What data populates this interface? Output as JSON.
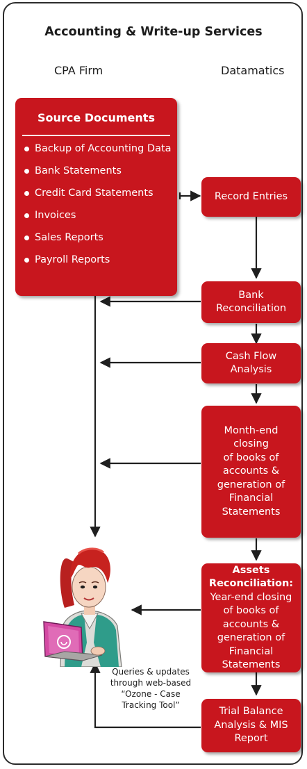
{
  "title": "Accounting & Write-up Services",
  "columns": {
    "left": "CPA Firm",
    "right": "Datamatics"
  },
  "source_documents": {
    "title": "Source Documents",
    "items": [
      "Backup of Accounting Data",
      "Bank Statements",
      "Credit Card Statements",
      "Invoices",
      "Sales Reports",
      "Payroll Reports"
    ]
  },
  "steps": {
    "record_entries": "Record Entries",
    "bank_reconciliation": [
      "Bank",
      "Reconciliation"
    ],
    "cash_flow": [
      "Cash Flow",
      "Analysis"
    ],
    "month_end": [
      "Month-end",
      "closing",
      "of books of",
      "accounts &",
      "generation of",
      "Financial",
      "Statements"
    ],
    "assets": {
      "heading": [
        "Assets",
        "Reconciliation:"
      ],
      "body": [
        "Year-end closing",
        "of books of",
        "accounts &",
        "generation of",
        "Financial",
        "Statements"
      ]
    },
    "trial_balance": [
      "Trial Balance",
      "Analysis & MIS",
      "Report"
    ]
  },
  "caption": [
    "Queries & updates",
    "through web-based",
    "“Ozone - Case",
    "Tracking Tool”"
  ],
  "colors": {
    "box": "#c8161e",
    "line": "#1f1f1f",
    "text": "#1c1c1c"
  }
}
